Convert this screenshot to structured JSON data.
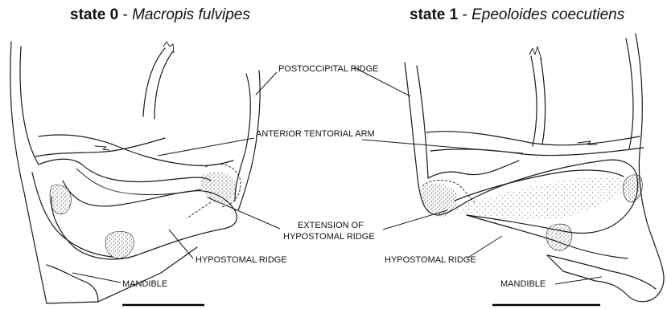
{
  "panels": [
    {
      "state": "state 0",
      "separator": " - ",
      "species": "Macropis fulvipes"
    },
    {
      "state": "state 1",
      "separator": " - ",
      "species": "Epeoloides coecutiens"
    }
  ],
  "labels": {
    "postoccipital_ridge": "POSTOCCIPITAL RIDGE",
    "anterior_tentorial_arm": "ANTERIOR TENTORIAL ARM",
    "extension_line1": "EXTENSION OF",
    "extension_line2": "HYPOSTOMAL RIDGE",
    "hypostomal_ridge_left": "HYPOSTOMAL RIDGE",
    "hypostomal_ridge_right": "HYPOSTOMAL RIDGE",
    "mandible_left": "MANDIBLE",
    "mandible_right": "MANDIBLE"
  },
  "colors": {
    "ink": "#1a1a1a",
    "background": "#ffffff"
  }
}
